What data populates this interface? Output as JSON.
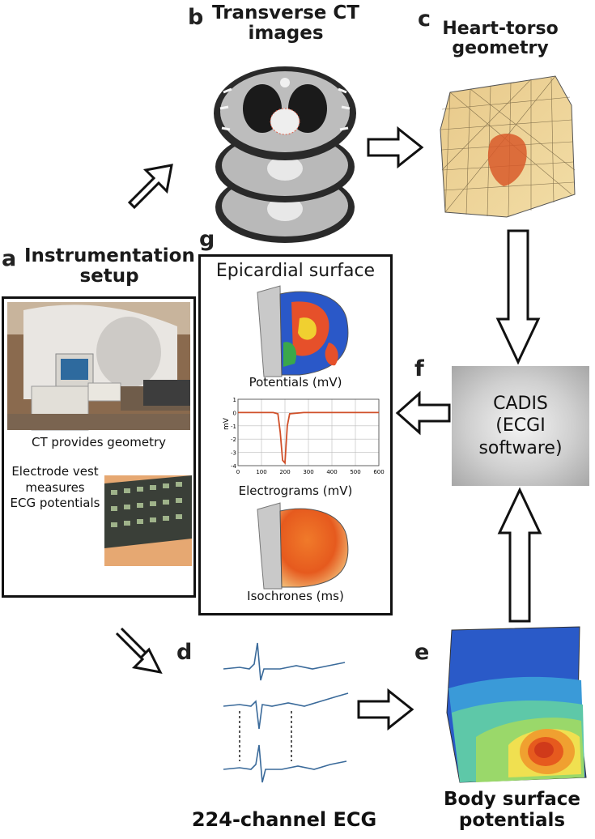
{
  "panels": {
    "a": {
      "letter": "a",
      "title_line1": "Instrumentation",
      "title_line2": "setup",
      "photo1_caption": "CT provides geometry",
      "photo2_caption_line1": "Electrode vest",
      "photo2_caption_line2": "measures",
      "photo2_caption_line3": "ECG potentials"
    },
    "b": {
      "letter": "b",
      "title_line1": "Transverse CT",
      "title_line2": "images"
    },
    "c": {
      "letter": "c",
      "title_line1": "Heart-torso",
      "title_line2": "geometry"
    },
    "d": {
      "letter": "d",
      "caption": "224-channel ECG"
    },
    "e": {
      "letter": "e",
      "caption_line1": "Body surface",
      "caption_line2": "potentials"
    },
    "f": {
      "letter": "f",
      "box_line1": "CADIS",
      "box_line2": "(ECGI",
      "box_line3": "software)"
    },
    "g": {
      "letter": "g",
      "title": "Epicardial surface",
      "sub1": "Potentials (mV)",
      "sub2": "Electrograms (mV)",
      "sub3": "Isochrones (ms)"
    }
  },
  "electrogram_plot": {
    "ylabel": "mV",
    "y_ticks": [
      "1",
      "0",
      "-1",
      "-2",
      "-3",
      "-4"
    ],
    "x_ticks": [
      "0",
      "100",
      "200",
      "300",
      "400",
      "500",
      "600"
    ]
  },
  "colors": {
    "arrow_stroke": "#111111",
    "plot_trace": "#d0502a",
    "ecg_trace": "#3a6a9a"
  }
}
